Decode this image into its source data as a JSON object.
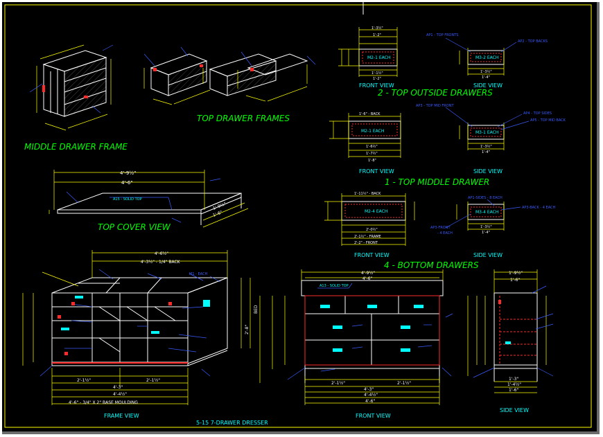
{
  "drawing": {
    "title": "5-15 7-DRAWER DRESSER",
    "views": {
      "middle_drawer_frame": "MIDDLE DRAWER FRAME",
      "top_drawer_frames": "TOP DRAWER FRAMES",
      "top_cover_view": "TOP COVER VIEW",
      "top_outside_drawers": "2 - TOP OUTSIDE DRAWERS",
      "top_middle_drawer": "1 - TOP MIDDLE DRAWER",
      "bottom_drawers": "4 - BOTTOM DRAWERS",
      "frame_view": "FRAME VIEW",
      "front_view": "FRONT VIEW",
      "side_view": "SIDE VIEW"
    },
    "sub_labels": {
      "front_view": "FRONT VIEW",
      "side_view": "SIDE VIEW"
    },
    "dims": {
      "cover_width_top": "4'-9½\"",
      "cover_width_inner": "4'-6\"",
      "cover_side_1": "1'-9½\"",
      "cover_side_2": "1'-6\"",
      "frame_width": "4'-6½\"",
      "frame_back": "4'-3½\" - 1/4\" BACK",
      "frame_height": "2'-8\"",
      "frame_sub_1": "2'-1½\"",
      "frame_sub_2": "2'-1½\"",
      "frame_bottom_1": "4'-3\"",
      "frame_bottom_2": "4'-4½\"",
      "frame_base": "4'-6\" - 3/4\" X 2\" BASE MOULDING",
      "front_width": "4'-9½\"",
      "front_inner": "4'-6\"",
      "front_bottom_1": "2'-1½\"",
      "front_bottom_2": "2'-1½\"",
      "front_bottom_3": "4'-3\"",
      "front_bottom_4": "4'-4½\"",
      "front_bottom_5": "4'-6\"",
      "side_top_1": "1'-9½\"",
      "side_top_2": "1'-6\"",
      "side_bottom_1": "1'-3\"",
      "side_bottom_2": "1'-4½\"",
      "side_bottom_3": "1'-6\"",
      "tod_front_1": "1'-3½\"",
      "tod_front_2": "1'-2\"",
      "tod_front_3": "1'-1½\"",
      "tod_front_4": "1'-2\"",
      "tod_side_1": "1'-3½\"",
      "tod_side_2": "1'-4\"",
      "tmd_front_1": "1'-6\" - BACK",
      "tmd_front_2": "1'-6½\"",
      "tmd_front_3": "1'-7½\"",
      "tmd_front_4": "1'-8\"",
      "tmd_side_1": "1'-3½\"",
      "tmd_side_2": "1'-4\"",
      "bd_front_1": "1'-11½\" - BACK",
      "bd_front_2": "2'-0½\"",
      "bd_front_3": "2'-1½\" - FRAME",
      "bd_front_4": "2'-2\" - FRONT",
      "bd_side_1": "1'-3½\"",
      "bd_side_2": "1'-4\""
    },
    "callouts": {
      "tod_m2": "M2-1 EACH",
      "tod_m2_side": "M3-2 EACH",
      "tod_ap1": "AP1 - TOP FRONTS",
      "tod_ap2": "AP2 - TOP BACKS",
      "tmd_m2": "M2-1 EACH",
      "tmd_m3": "M3-1 EACH",
      "tmd_ap3": "AP3 - TOP MID FRONT",
      "tmd_ap4": "AP4 - TOP SIDES",
      "tmd_ap5": "AP5 - TOP MID BACK",
      "bd_m2": "M2-4 EACH",
      "bd_m3": "M3-4 EACH",
      "bd_ap1": "AP1-SIDES - 8 EACH",
      "bd_ap2": "AP3-BACK - 4 EACH",
      "bd_ap3": "AP3-FRONT",
      "bd_ap3_sub": "- 4 EACH",
      "cover_solid": "A15 - SOLID TOP",
      "front_solid": "A13 - SOLID TOP",
      "frame_m1": "M1 - EACH",
      "bed": "BED"
    }
  },
  "colors": {
    "background": "#000000",
    "line": "#ffffff",
    "dimension": "#ffff00",
    "callout": "#3a5cff",
    "title": "#00ff00",
    "label": "#00ffff",
    "hidden": "#ff2a2a",
    "handle": "#00ffff"
  }
}
